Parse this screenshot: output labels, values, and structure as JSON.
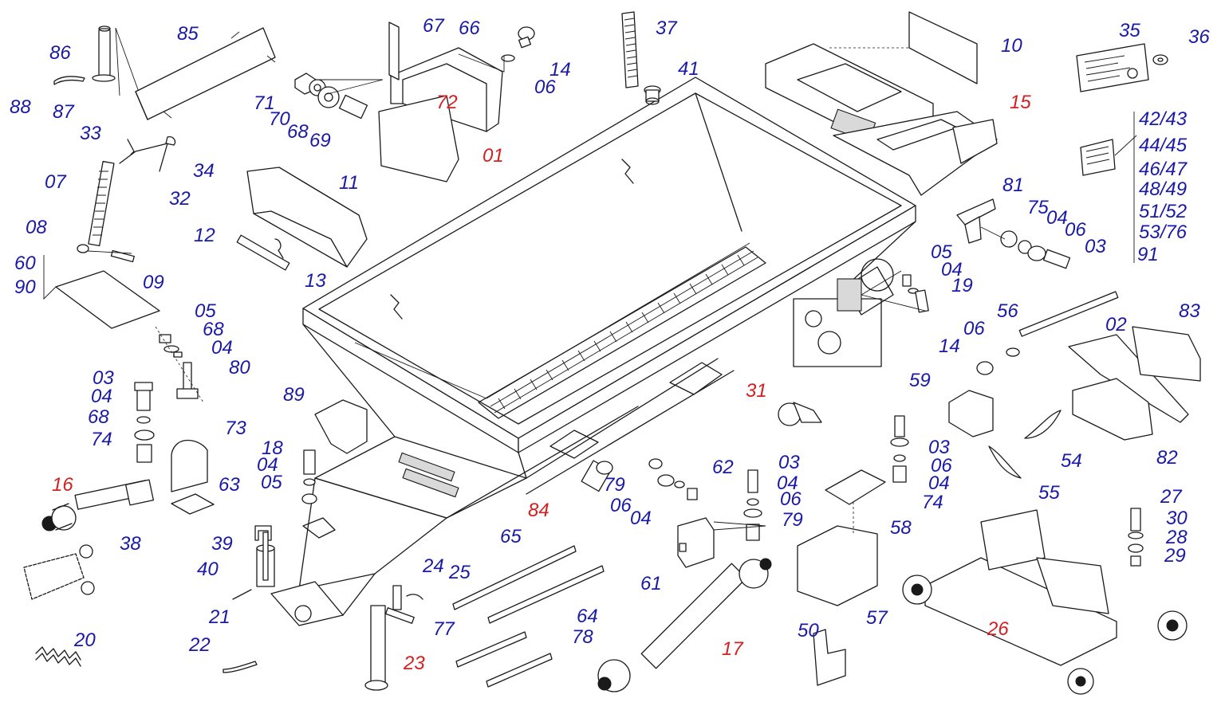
{
  "colors": {
    "blue": "#1a1aa8",
    "red": "#d42020",
    "line": "#1a1a1a"
  },
  "labels": {
    "86": "86",
    "85": "85",
    "88": "88",
    "87": "87",
    "67": "67",
    "66": "66",
    "14a": "14",
    "06a": "06",
    "37": "37",
    "41": "41",
    "10": "10",
    "35": "35",
    "36": "36",
    "71": "71",
    "70": "70",
    "68a": "68",
    "69": "69",
    "72": "72",
    "15": "15",
    "42": "42/43",
    "44": "44/45",
    "46": "46/47",
    "48": "48/49",
    "51": "51/52",
    "53": "53/76",
    "91": "91",
    "33": "33",
    "34": "34",
    "32": "32",
    "07": "07",
    "01": "01",
    "11": "11",
    "81": "81",
    "08": "08",
    "12": "12",
    "75": "75",
    "04a": "04",
    "06b": "06",
    "03a": "03",
    "05a": "05",
    "04b": "04",
    "19": "19",
    "09": "09",
    "13": "13",
    "60": "60",
    "90": "90",
    "05b": "05",
    "68b": "68",
    "04c": "04",
    "80": "80",
    "56": "56",
    "06c": "06",
    "02": "02",
    "83": "83",
    "14b": "14",
    "03b": "03",
    "59": "59",
    "31": "31",
    "04d": "04",
    "89": "89",
    "68c": "68",
    "73": "73",
    "74a": "74",
    "18": "18",
    "04e": "04",
    "05c": "05",
    "16": "16",
    "63": "63",
    "62": "62",
    "03c": "03",
    "03d": "03",
    "06d": "06",
    "04f": "04",
    "74b": "74",
    "54": "54",
    "82": "82",
    "79a": "79",
    "06e": "06",
    "04g": "04",
    "04h": "04",
    "06f": "06",
    "79b": "79",
    "55": "55",
    "84": "84",
    "58": "58",
    "27": "27",
    "30": "30",
    "28": "28",
    "29": "29",
    "38": "38",
    "39": "39",
    "65": "65",
    "61": "61",
    "40": "40",
    "24": "24",
    "25": "25",
    "64": "64",
    "21": "21",
    "57": "57",
    "26": "26",
    "20": "20",
    "77": "77",
    "78": "78",
    "50": "50",
    "22": "22",
    "23": "23",
    "17": "17"
  }
}
